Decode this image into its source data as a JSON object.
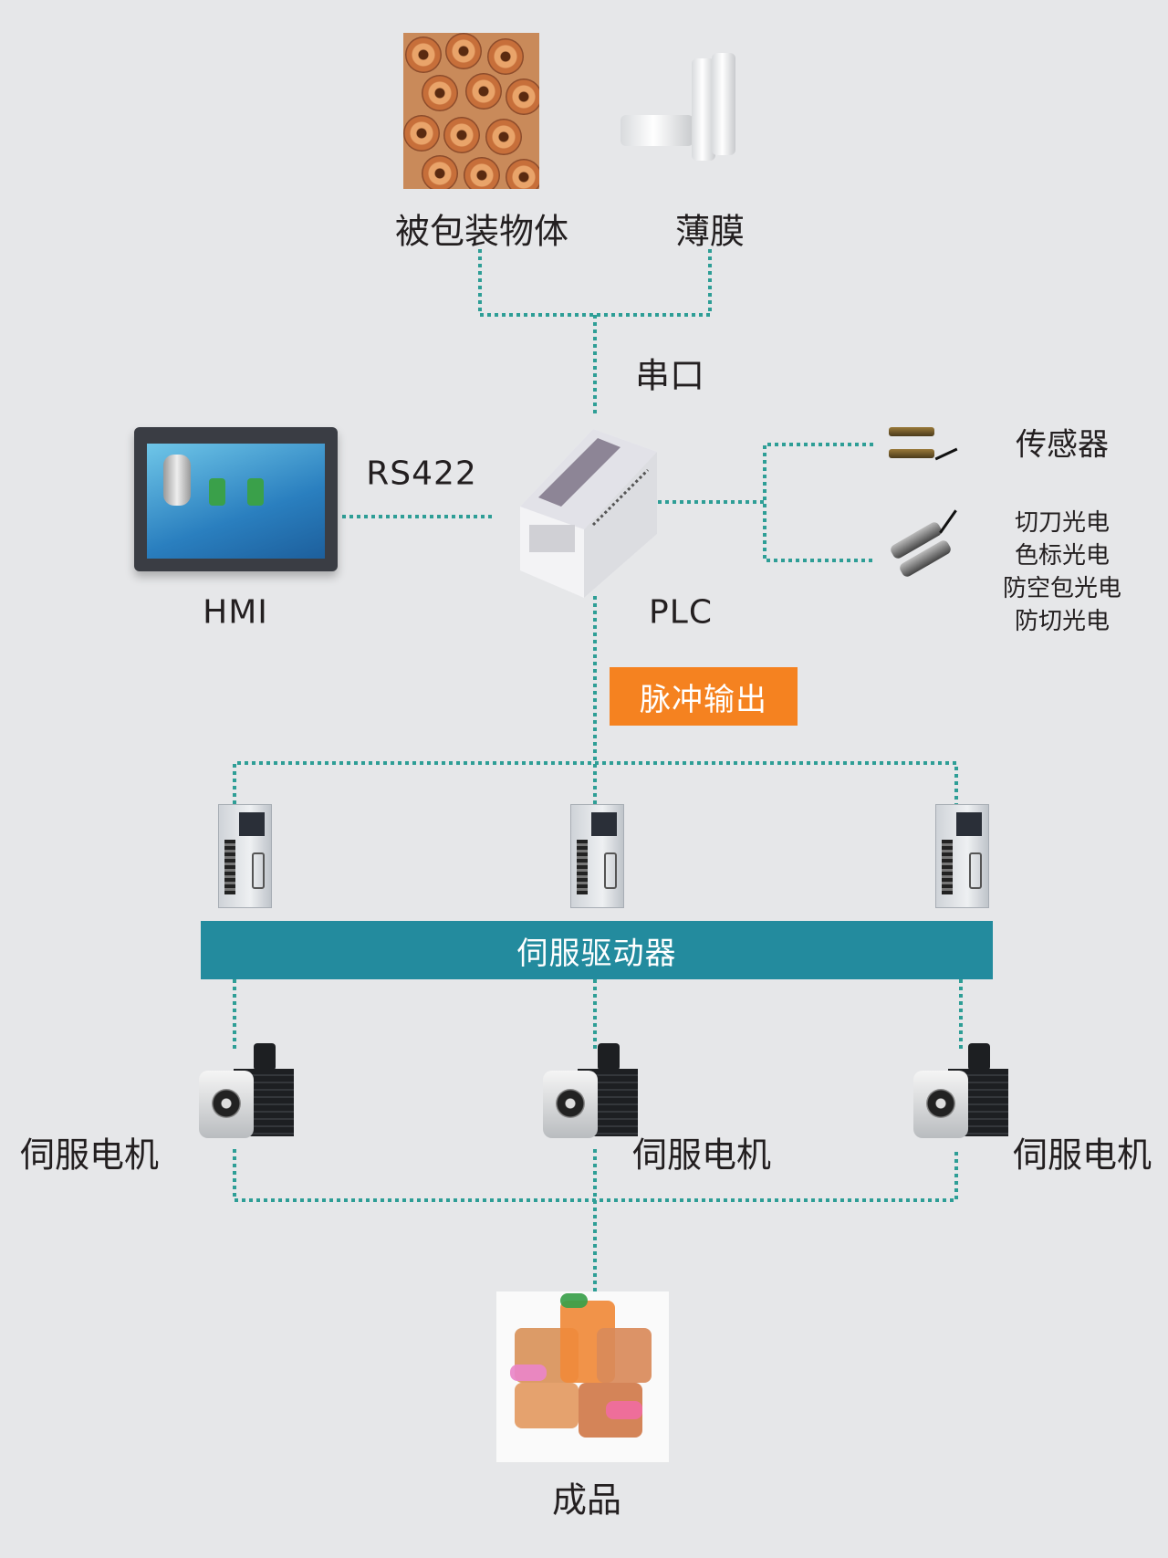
{
  "colors": {
    "background": "#e6e7e9",
    "line": "#2e9e96",
    "pulse_box": "#f58220",
    "driver_bar": "#238b9e"
  },
  "inputs": {
    "packaged_object": "被包装物体",
    "film": "薄膜"
  },
  "links": {
    "serial": "串口",
    "rs422": "RS422"
  },
  "devices": {
    "hmi": "HMI",
    "plc": "PLC"
  },
  "sensors": {
    "title": "传感器",
    "photo_sensors": [
      "切刀光电",
      "色标光电",
      "防空包光电",
      "防切光电"
    ]
  },
  "pulse_output": "脉冲输出",
  "servo_driver": "伺服驱动器",
  "servo_motors": [
    "伺服电机",
    "伺服电机",
    "伺服电机"
  ],
  "product": "成品"
}
